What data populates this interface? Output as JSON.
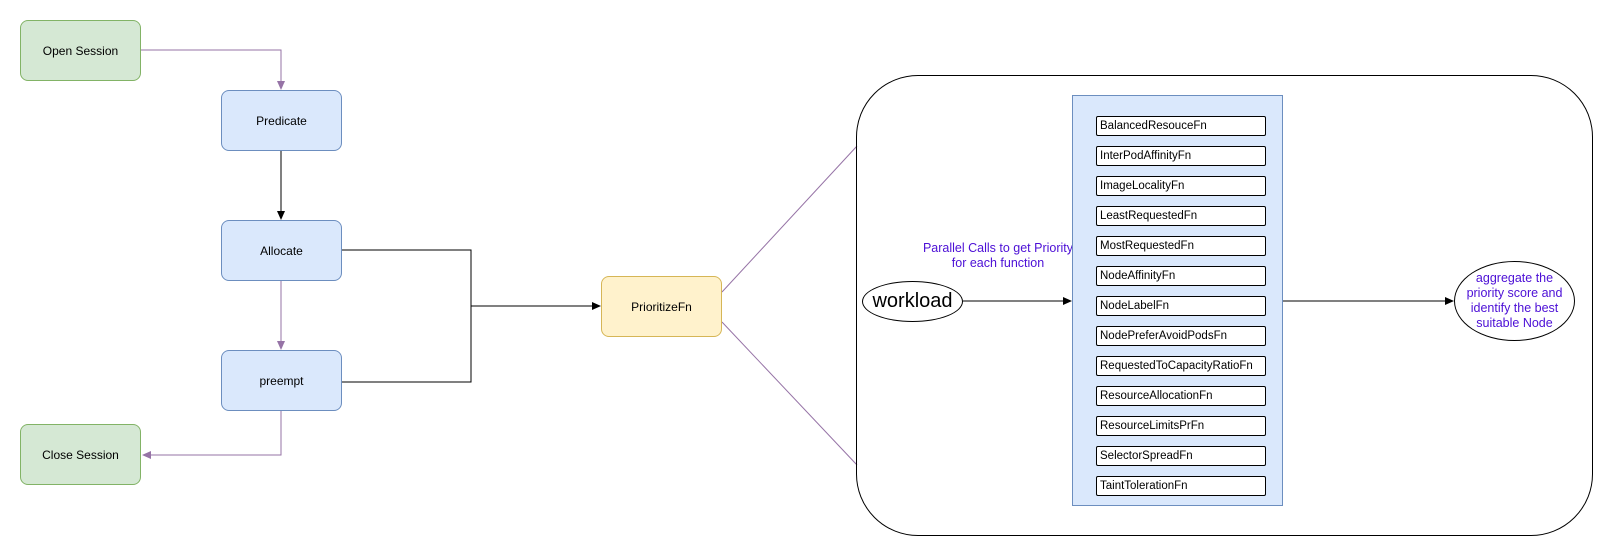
{
  "nodes": {
    "open_session": "Open Session",
    "predicate": "Predicate",
    "allocate": "Allocate",
    "preempt": "preempt",
    "close_session": "Close Session",
    "prioritize_fn": "PrioritizeFn"
  },
  "panel": {
    "workload": "workload",
    "parallel_note": "Parallel Calls to get Priority for each function",
    "aggregate_note": "aggregate the priority score and identify the best suitable Node",
    "functions": [
      "BalancedResouceFn",
      "InterPodAffinityFn",
      "ImageLocalityFn",
      "LeastRequestedFn",
      "MostRequestedFn",
      "NodeAffinityFn",
      "NodeLabelFn",
      "NodePreferAvoidPodsFn",
      "RequestedToCapacityRatioFn",
      "ResourceAllocationFn",
      "ResourceLimitsPrFn",
      "SelectorSpreadFn",
      "TaintTolerationFn"
    ]
  },
  "colors": {
    "purple_edge": "#9673a6",
    "black_edge": "#000000",
    "note_text": "#4c0fd6",
    "green_fill": "#d5e8d4",
    "blue_fill": "#dae8fc",
    "yellow_fill": "#fff2cc"
  }
}
